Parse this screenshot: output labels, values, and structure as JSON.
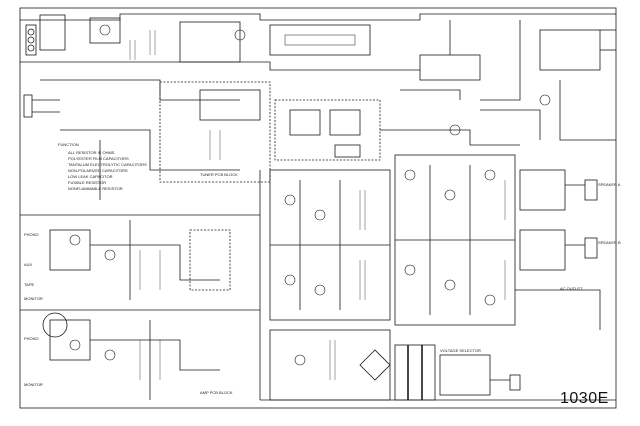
{
  "model": "1030E",
  "blocks": {
    "tuner_pcb": "TUNER PCB BLOCK",
    "amp_pcb": "AMP PCB BLOCK",
    "voltage_selector": "VOLTAGE SELECTOR"
  },
  "legend": {
    "title": "FUNCTION",
    "items": [
      "ALL RESISTOR IS OHMS",
      "POLYESTER FILM CAPACITORS",
      "TANTALUM ELECTROLYTIC CAPACITORS",
      "NON-POLARIZED CAPACITORS",
      "LOW LEAK CAPACITOR",
      "FUSIBLE RESISTOR",
      "NONFLAMMABLE RESISTOR"
    ]
  },
  "inputs": [
    "PHONO",
    "AUX",
    "TAPE",
    "MONITOR",
    "PHONO",
    "MONITOR"
  ],
  "outputs": [
    "SPEAKER A",
    "SPEAKER B",
    "AC OUTLET"
  ],
  "colors": {
    "ink": "#1a1a1a",
    "paper": "#ffffff"
  }
}
